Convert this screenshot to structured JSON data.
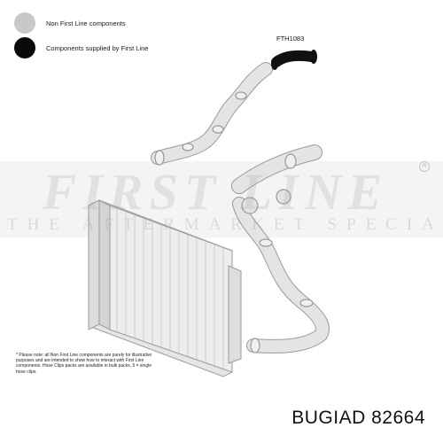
{
  "legend": {
    "items": [
      {
        "label": "Non First Line components",
        "color": "#c8c8c8"
      },
      {
        "label": "Components supplied by First Line",
        "color": "#0a0a0a"
      }
    ]
  },
  "part_label": "FTH1083",
  "watermark": {
    "brand": "FIRST LINE",
    "tagline": "THE AFTERMARKET SPECIALIST",
    "registered": "R"
  },
  "note": "* Please note: all Non First Line components are purely for illustrative purposes and are intended to show how to interact with First Line components. Hose Clips packs are available in bulk packs, 5 = single hose clips.",
  "product_code": "BUGIAD 82664",
  "colors": {
    "hose_light": "#e2e2e2",
    "hose_outline": "#9a9a9a",
    "hose_dark": "#111111",
    "watermark_band": "#f3f3f3"
  }
}
